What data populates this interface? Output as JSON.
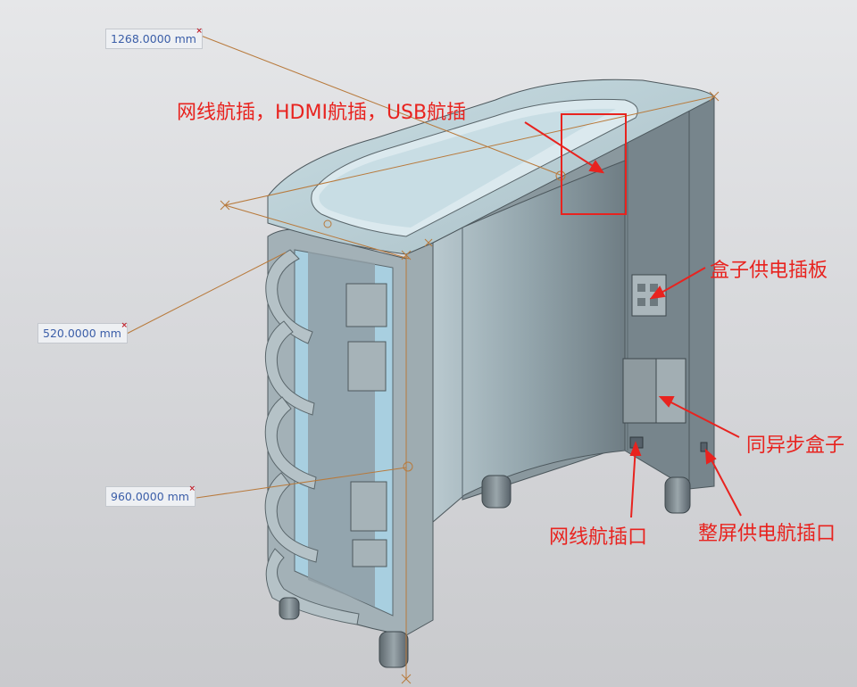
{
  "dimensions": {
    "width": "1268.0000 mm",
    "depth": "520.0000 mm",
    "height": "960.0000 mm",
    "close_mark": "×"
  },
  "callouts": {
    "top_ports": "网线航插，HDMI航插，USB航插",
    "power_strip": "盒子供电插板",
    "sync_box": "同异步盒子",
    "network_port": "网线航插口",
    "screen_power_port": "整屏供电航插口"
  },
  "colors": {
    "annotation": "#e8231f",
    "dimension_line": "#b87a3c",
    "dimension_text": "#3b5ea8"
  }
}
